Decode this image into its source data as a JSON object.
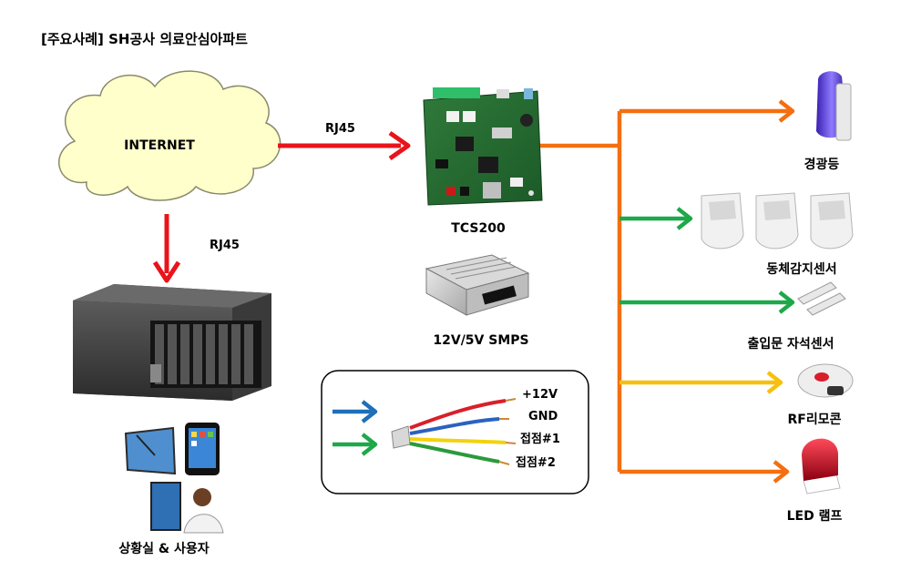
{
  "title": "[주요사례]  SH공사 의료안심아파트",
  "labels": {
    "internet": "INTERNET",
    "rj45_top": "RJ45",
    "rj45_left": "RJ45",
    "tcs200": "TCS200",
    "smps": "12V/5V SMPS",
    "control_room": "상황실 & 사용자",
    "strobe": "경광등",
    "motion": "동체감지센서",
    "door": "출입문 자석센서",
    "rf": "RF리모콘",
    "led": "LED 램프"
  },
  "cable": {
    "wire1": "+12V",
    "wire2": "GND",
    "wire3": "접점#1",
    "wire4": "접점#2"
  },
  "colors": {
    "red_arrow": "#e8141a",
    "orange_line": "#f36f10",
    "green_arrow": "#1ea84a",
    "yellow_arrow": "#f6c00e",
    "blue_arrow": "#1f6fb8",
    "cloud_fill": "#ffffcc"
  }
}
